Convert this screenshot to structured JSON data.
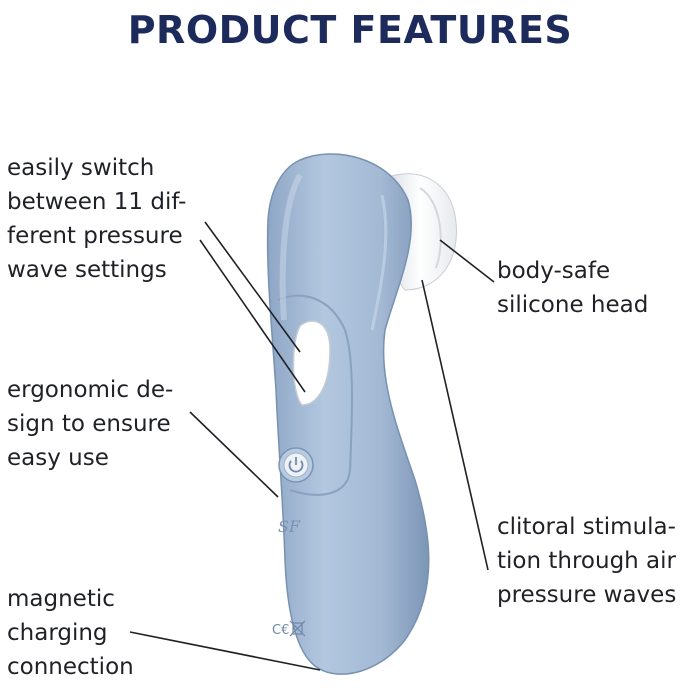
{
  "title": "PRODUCT FEATURES",
  "features": [
    {
      "id": "pressure-settings",
      "lines": [
        "easily switch",
        "between 11 dif-",
        "ferent pressure",
        "wave settings"
      ]
    },
    {
      "id": "ergonomic-design",
      "lines": [
        "ergonomic de-",
        "sign to ensure",
        "easy use"
      ]
    },
    {
      "id": "magnetic-charging",
      "lines": [
        "magnetic",
        "charging",
        "connection"
      ]
    },
    {
      "id": "silicone-head",
      "lines": [
        "body-safe",
        "silicone head"
      ]
    },
    {
      "id": "air-pressure",
      "lines": [
        "clitoral stimula-",
        "tion through air",
        "pressure waves"
      ]
    }
  ],
  "device": {
    "logo": "SF",
    "icons": [
      "power-icon",
      "ce-mark-icon",
      "recycle-bin-icon"
    ]
  },
  "colors": {
    "title": "#1c2a5c",
    "text": "#1f2126",
    "device_body": "#a9bfd9",
    "device_shadow": "#7f98b8",
    "silicone_head": "#f2f4f6",
    "leader_line": "#1f2126"
  }
}
